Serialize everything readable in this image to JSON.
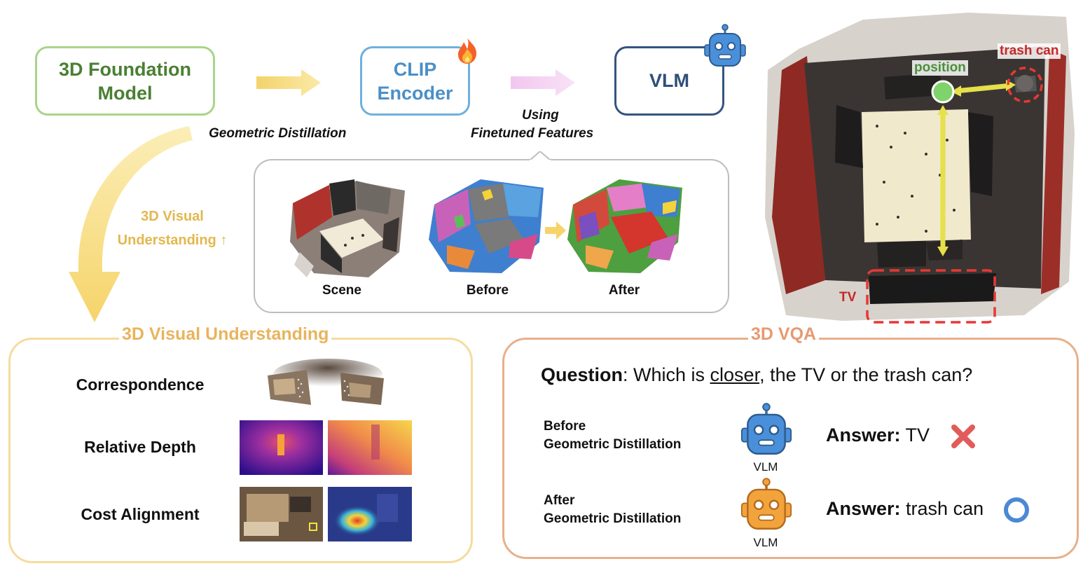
{
  "top_flow": {
    "foundation": {
      "line1": "3D Foundation",
      "line2": "Model"
    },
    "clip": {
      "line1": "CLIP",
      "line2": "Encoder",
      "badge_icon": "fire-icon"
    },
    "vlm": {
      "label": "VLM",
      "badge_icon": "robot-icon"
    },
    "geometric_distillation": "Geometric Distillation",
    "using_line1": "Using",
    "using_line2": "Finetuned Features",
    "vu_arrow_line1": "3D Visual",
    "vu_arrow_line2": "Understanding ↑"
  },
  "feature_panel": {
    "scene_label": "Scene",
    "before_label": "Before",
    "after_label": "After"
  },
  "scene_annotations": {
    "position": "position",
    "trash_can": "trash can",
    "tv": "TV"
  },
  "visual_understanding": {
    "title": "3D Visual Understanding",
    "tasks": [
      "Correspondence",
      "Relative Depth",
      "Cost Alignment"
    ]
  },
  "vqa": {
    "title": "3D VQA",
    "question_label": "Question",
    "question_pre": ": Which is ",
    "question_underlined": "closer",
    "question_post": ", the TV or the trash can?",
    "before": {
      "line1": "Before",
      "line2": "Geometric Distillation",
      "vlm": "VLM",
      "answer_label": "Answer:",
      "answer": "TV",
      "mark_icon": "cross-icon"
    },
    "after": {
      "line1": "After",
      "line2": "Geometric Distillation",
      "vlm": "VLM",
      "answer_label": "Answer:",
      "answer": "trash can",
      "mark_icon": "circle-icon"
    }
  },
  "colors": {
    "foundation": "#4a7f33",
    "clip": "#4b8fc7",
    "vlm": "#2e4f79",
    "vu_title": "#e8b45c",
    "vqa_title": "#e69a72",
    "wrong": "#e25b5b",
    "right": "#4a89d4",
    "robot_blue": "#4a8fd9",
    "robot_orange": "#f2a33c"
  }
}
